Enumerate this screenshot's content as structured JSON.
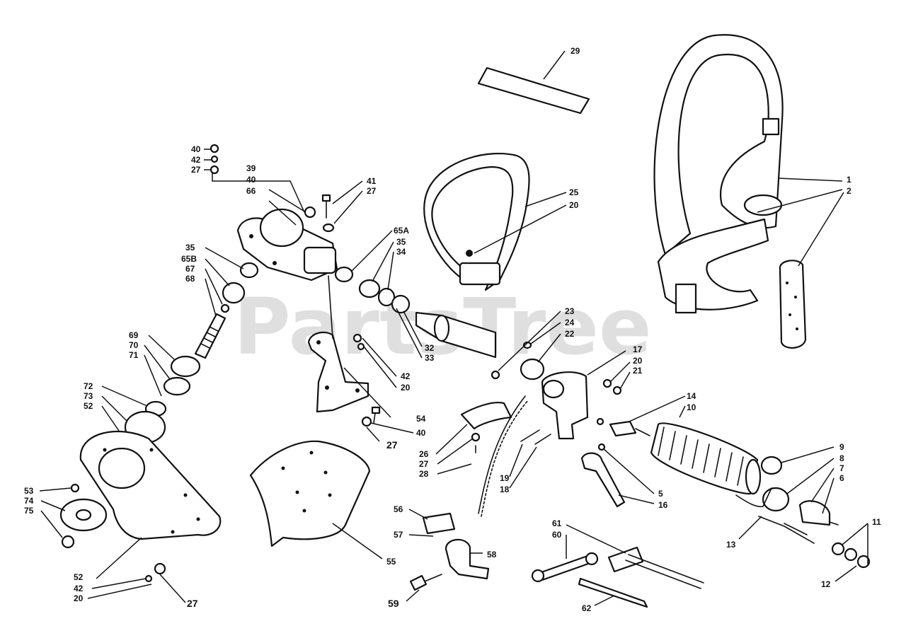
{
  "watermark": "PartsTree",
  "colors": {
    "ink": "#111111",
    "watermark": "#b4b4b4",
    "paper": "#ffffff"
  },
  "labels": {
    "l1": "1",
    "l2": "2",
    "l29": "29",
    "l40a": "40",
    "l42a": "42",
    "l27a": "27",
    "l39": "39",
    "l40b": "40",
    "l66": "66",
    "l41": "41",
    "l27b": "27",
    "l25": "25",
    "l20a": "20",
    "l65a": "65A",
    "l35a": "35",
    "l34": "34",
    "l35b": "35",
    "l65b": "65B",
    "l67": "67",
    "l68": "68",
    "l69": "69",
    "l70": "70",
    "l71": "71",
    "l72": "72",
    "l73": "73",
    "l52a": "52",
    "l32": "32",
    "l33": "33",
    "l23": "23",
    "l24": "24",
    "l22": "22",
    "l42b": "42",
    "l20b": "20",
    "l54": "54",
    "l40c": "40",
    "l27c": "27",
    "l17": "17",
    "l20c": "20",
    "l21": "21",
    "l14": "14",
    "l10": "10",
    "l26": "26",
    "l27d": "27",
    "l28": "28",
    "l19": "19",
    "l18": "18",
    "l9": "9",
    "l8": "8",
    "l7": "7",
    "l6": "6",
    "l5": "5",
    "l16": "16",
    "l53": "53",
    "l74": "74",
    "l75": "75",
    "l56": "56",
    "l57": "57",
    "l55": "55",
    "l58": "58",
    "l13": "13",
    "l11": "11",
    "l12": "12",
    "l61": "61",
    "l60": "60",
    "l62": "62",
    "l52b": "52",
    "l42c": "42",
    "l20d": "20",
    "l27e": "27",
    "l59": "59"
  }
}
